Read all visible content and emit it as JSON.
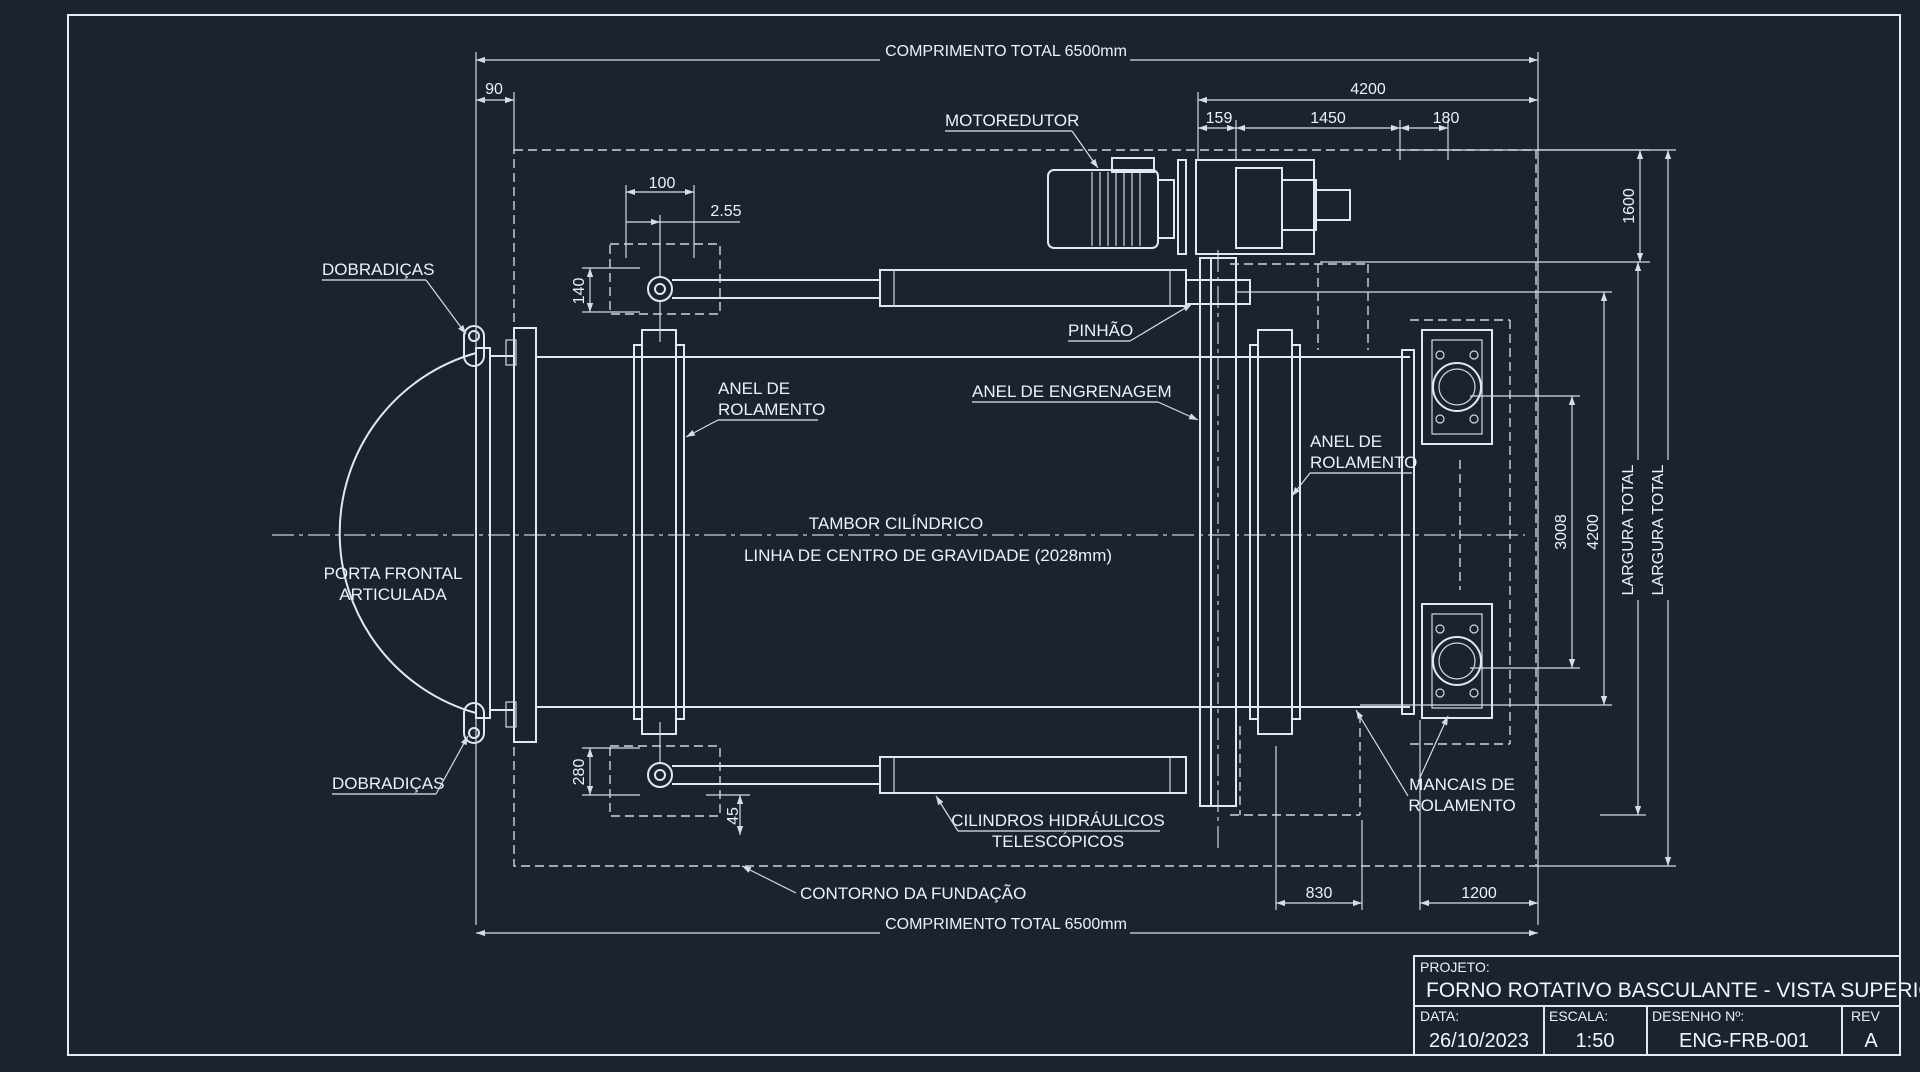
{
  "colors": {
    "background": "#1c2330",
    "lines": "#e3e8ef"
  },
  "labels": {
    "motoredutor": "MOTOREDUTOR",
    "dobradicas_top": "DOBRADIÇAS",
    "dobradicas_bottom": "DOBRADIÇAS",
    "pinhao": "PINHÃO",
    "anel_rol_left_1": "ANEL DE",
    "anel_rol_left_2": "ROLAMENTO",
    "anel_engrenagem": "ANEL DE ENGRENAGEM",
    "anel_rol_right_1": "ANEL DE",
    "anel_rol_right_2": "ROLAMENTO",
    "tambor": "TAMBOR CILÍNDRICO",
    "linha_centro": "LINHA DE CENTRO DE GRAVIDADE (2028mm)",
    "porta_1": "PORTA FRONTAL",
    "porta_2": "ARTICULADA",
    "mancais_1": "MANCAIS DE",
    "mancais_2": "ROLAMENTO",
    "cilindros_1": "CILINDROS HIDRÁULICOS",
    "cilindros_2": "TELESCÓPICOS",
    "contorno": "CONTORNO DA FUNDAÇÃO"
  },
  "dimensions": {
    "comp_total_top": "COMPRIMENTO TOTAL 6500mm",
    "comp_total_bottom": "COMPRIMENTO TOTAL 6500mm",
    "d90": "90",
    "d4200_top": "4200",
    "d159": "159",
    "d1450": "1450",
    "d180": "180",
    "d100": "100",
    "d255": "2.55",
    "d140": "140",
    "d280": "280",
    "d45": "45",
    "d1600": "1600",
    "d3008": "3008",
    "d4200_right": "4200",
    "largura_1": "LARGURA TOTAL",
    "largura_2": "LARGURA TOTAL",
    "d830": "830",
    "d1200": "1200"
  },
  "title_block": {
    "projeto_label": "PROJETO:",
    "projeto_value": "FORNO ROTATIVO BASCULANTE - VISTA SUPERIOR",
    "data_label": "DATA:",
    "data_value": "26/10/2023",
    "escala_label": "ESCALA:",
    "escala_value": "1:50",
    "desenho_label": "DESENHO Nº:",
    "desenho_value": "ENG-FRB-001",
    "rev_label": "REV",
    "rev_value": "A"
  }
}
